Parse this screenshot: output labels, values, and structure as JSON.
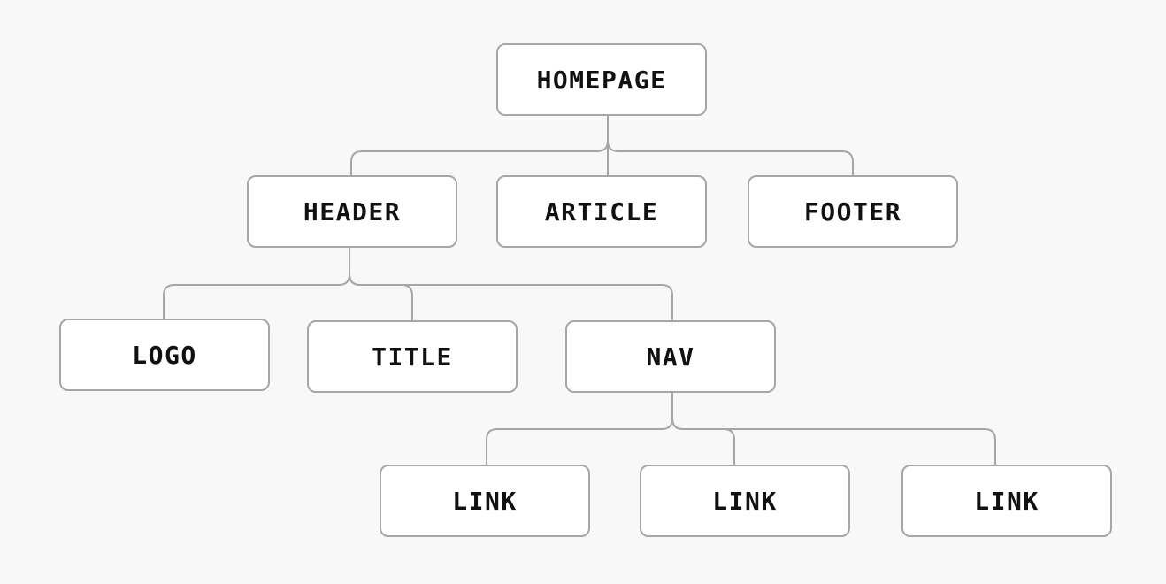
{
  "diagram": {
    "line_color": "#a6a6a6",
    "background_color": "#f8f8f8",
    "node_fill": "#ffffff",
    "text_color": "#111111",
    "nodes": {
      "homepage": {
        "label": "HOMEPAGE"
      },
      "header": {
        "label": "HEADER"
      },
      "article": {
        "label": "ARTICLE"
      },
      "footer": {
        "label": "FOOTER"
      },
      "logo": {
        "label": "LOGO"
      },
      "title": {
        "label": "TITLE"
      },
      "nav": {
        "label": "NAV"
      },
      "link1": {
        "label": "LINK"
      },
      "link2": {
        "label": "LINK"
      },
      "link3": {
        "label": "LINK"
      }
    },
    "edges": [
      [
        "homepage",
        "header"
      ],
      [
        "homepage",
        "article"
      ],
      [
        "homepage",
        "footer"
      ],
      [
        "header",
        "logo"
      ],
      [
        "header",
        "title"
      ],
      [
        "header",
        "nav"
      ],
      [
        "nav",
        "link1"
      ],
      [
        "nav",
        "link2"
      ],
      [
        "nav",
        "link3"
      ]
    ]
  }
}
